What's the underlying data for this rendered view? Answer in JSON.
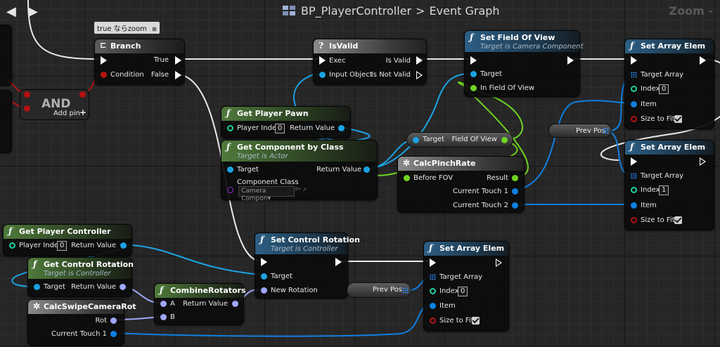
{
  "toolbar": {
    "back_glyph": "◀",
    "forward_glyph": "▶",
    "blueprint": "BP_PlayerController",
    "separator": ">",
    "graph": "Event Graph",
    "zoom": "Zoom -"
  },
  "comment": {
    "text": "true ならzoom"
  },
  "icons": {
    "function": "ƒ",
    "branch": "branch-icon",
    "isvalid": "question-icon",
    "macro": "gear-icon"
  },
  "nodes": {
    "and": {
      "title": "AND",
      "add_pin": "Add pin",
      "plus": "+"
    },
    "branch": {
      "title": "Branch",
      "condition": "Condition",
      "true": "True",
      "false": "False"
    },
    "isvalid": {
      "title": "IsValid",
      "exec": "Exec",
      "input_object": "Input Object",
      "is_valid": "Is Valid",
      "is_not_valid": "Is Not Valid"
    },
    "set_fov": {
      "title": "Set Field Of View",
      "subtitle": "Target is Camera Component",
      "target": "Target",
      "in_fov": "In Field Of View"
    },
    "set_array_1": {
      "title": "Set Array Elem",
      "target_array": "Target Array",
      "index": "Index",
      "index_value": "0",
      "item": "Item",
      "size_to_fit": "Size to Fit"
    },
    "set_array_2": {
      "title": "Set Array Elem",
      "target_array": "Target Array",
      "index": "Index",
      "index_value": "1",
      "item": "Item",
      "size_to_fit": "Size to Fit"
    },
    "set_array_3": {
      "title": "Set Array Elem",
      "target_array": "Target Array",
      "index": "Index",
      "index_value": "0",
      "item": "Item",
      "size_to_fit": "Size to Fit"
    },
    "get_pawn": {
      "title": "Get Player Pawn",
      "player_index": "Player Index",
      "player_index_value": "0",
      "return_value": "Return Value"
    },
    "get_component": {
      "title": "Get Component by Class",
      "subtitle": "Target is Actor",
      "target": "Target",
      "return_value": "Return Value",
      "component_class": "Component Class",
      "class_value": "Camera Compon▾"
    },
    "fov_getter": {
      "target": "Target",
      "field_of_view": "Field Of View"
    },
    "calc_pinch": {
      "title": "CalcPinchRate",
      "before_fov": "Before FOV",
      "result": "Result",
      "current_touch_1": "Current Touch 1",
      "current_touch_2": "Current Touch 2"
    },
    "prev_pos_1": {
      "label": "Prev Pos"
    },
    "prev_pos_2": {
      "label": "Prev Pos"
    },
    "get_controller": {
      "title": "Get Player Controller",
      "player_index": "Player Index",
      "player_index_value": "0",
      "return_value": "Return Value"
    },
    "get_rotation": {
      "title": "Get Control Rotation",
      "subtitle": "Target is Controller",
      "target": "Target",
      "return_value": "Return Value"
    },
    "combine": {
      "title": "CombineRotators",
      "a": "A",
      "b": "B",
      "return_value": "Return Value"
    },
    "calc_swipe": {
      "title": "CalcSwipeCameraRot",
      "rot": "Rot",
      "current_touch_1": "Current Touch 1"
    },
    "set_rotation": {
      "title": "Set Control Rotation",
      "subtitle": "Target is Controller",
      "target": "Target",
      "new_rotation": "New Rotation"
    }
  },
  "colors": {
    "exec": "#ffffff",
    "float": "#6fd321",
    "object": "#1ba3e3",
    "rotator": "#9da6f8",
    "bool": "#b71111",
    "int": "#1ad3a2"
  }
}
